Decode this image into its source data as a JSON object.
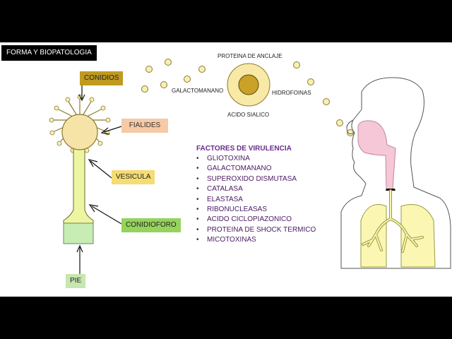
{
  "title": "FORMA Y BIOPATOLOGIA",
  "structure_labels": {
    "conidios": "CONIDIOS",
    "fialides": "FIALIDES",
    "vesicula": "VESICULA",
    "conidioforo": "CONIDIOFORO",
    "pie": "PIE"
  },
  "conidium_labels": {
    "top": "PROTEINA DE ANCLAJE",
    "left": "GALACTOMANANO",
    "right": "HIDROFOINAS",
    "bottom": "ACIDO SIALICO"
  },
  "virulence": {
    "heading": "FACTORES DE VIRULENCIA",
    "items": [
      "GLIOTOXINA",
      "GALACTOMANANO",
      "SUPEROXIDO DISMUTASA",
      "CATALASA",
      "ELASTASA",
      "RIBONUCLEASAS",
      "ACIDO CICLOPIAZONICO",
      "PROTEINA DE SHOCK TERMICO",
      "MICOTOXINAS"
    ]
  },
  "colors": {
    "conidium_fill": "#f8e9a6",
    "conidium_core": "#c9a227",
    "vesicle_fill": "#f5e3a8",
    "stalk_fill": "#eef5a0",
    "foot_fill": "#c7ecb4",
    "airway_pink": "#f6c7d6",
    "lung_yellow": "#fbf7b3",
    "virulence_heading": "#6a2c8c"
  }
}
